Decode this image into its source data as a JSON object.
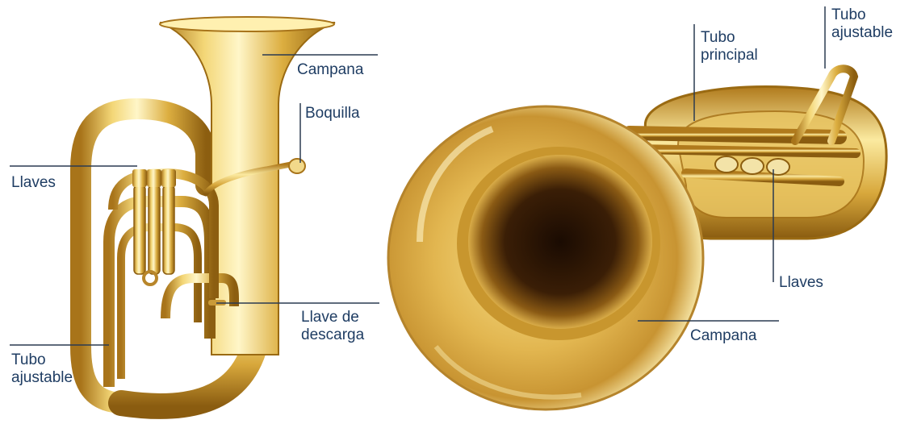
{
  "labels": {
    "left": {
      "campana": "Campana",
      "boquilla": "Boquilla",
      "llaves": "Llaves",
      "llave_descarga": [
        "Llave de",
        "descarga"
      ],
      "tubo_ajustable": [
        "Tubo",
        "ajustable"
      ]
    },
    "right": {
      "tubo_principal": [
        "Tubo",
        "principal"
      ],
      "tubo_ajustable": [
        "Tubo",
        "ajustable"
      ],
      "llaves": "Llaves",
      "campana": "Campana"
    }
  },
  "colors": {
    "label_text": "#1f3d63",
    "leader_line": "#2a3a50",
    "brass_light": "#fff4b8",
    "brass_mid": "#e9c45a",
    "brass_dark": "#9a6a12",
    "bell_inner": "#2a1404"
  }
}
